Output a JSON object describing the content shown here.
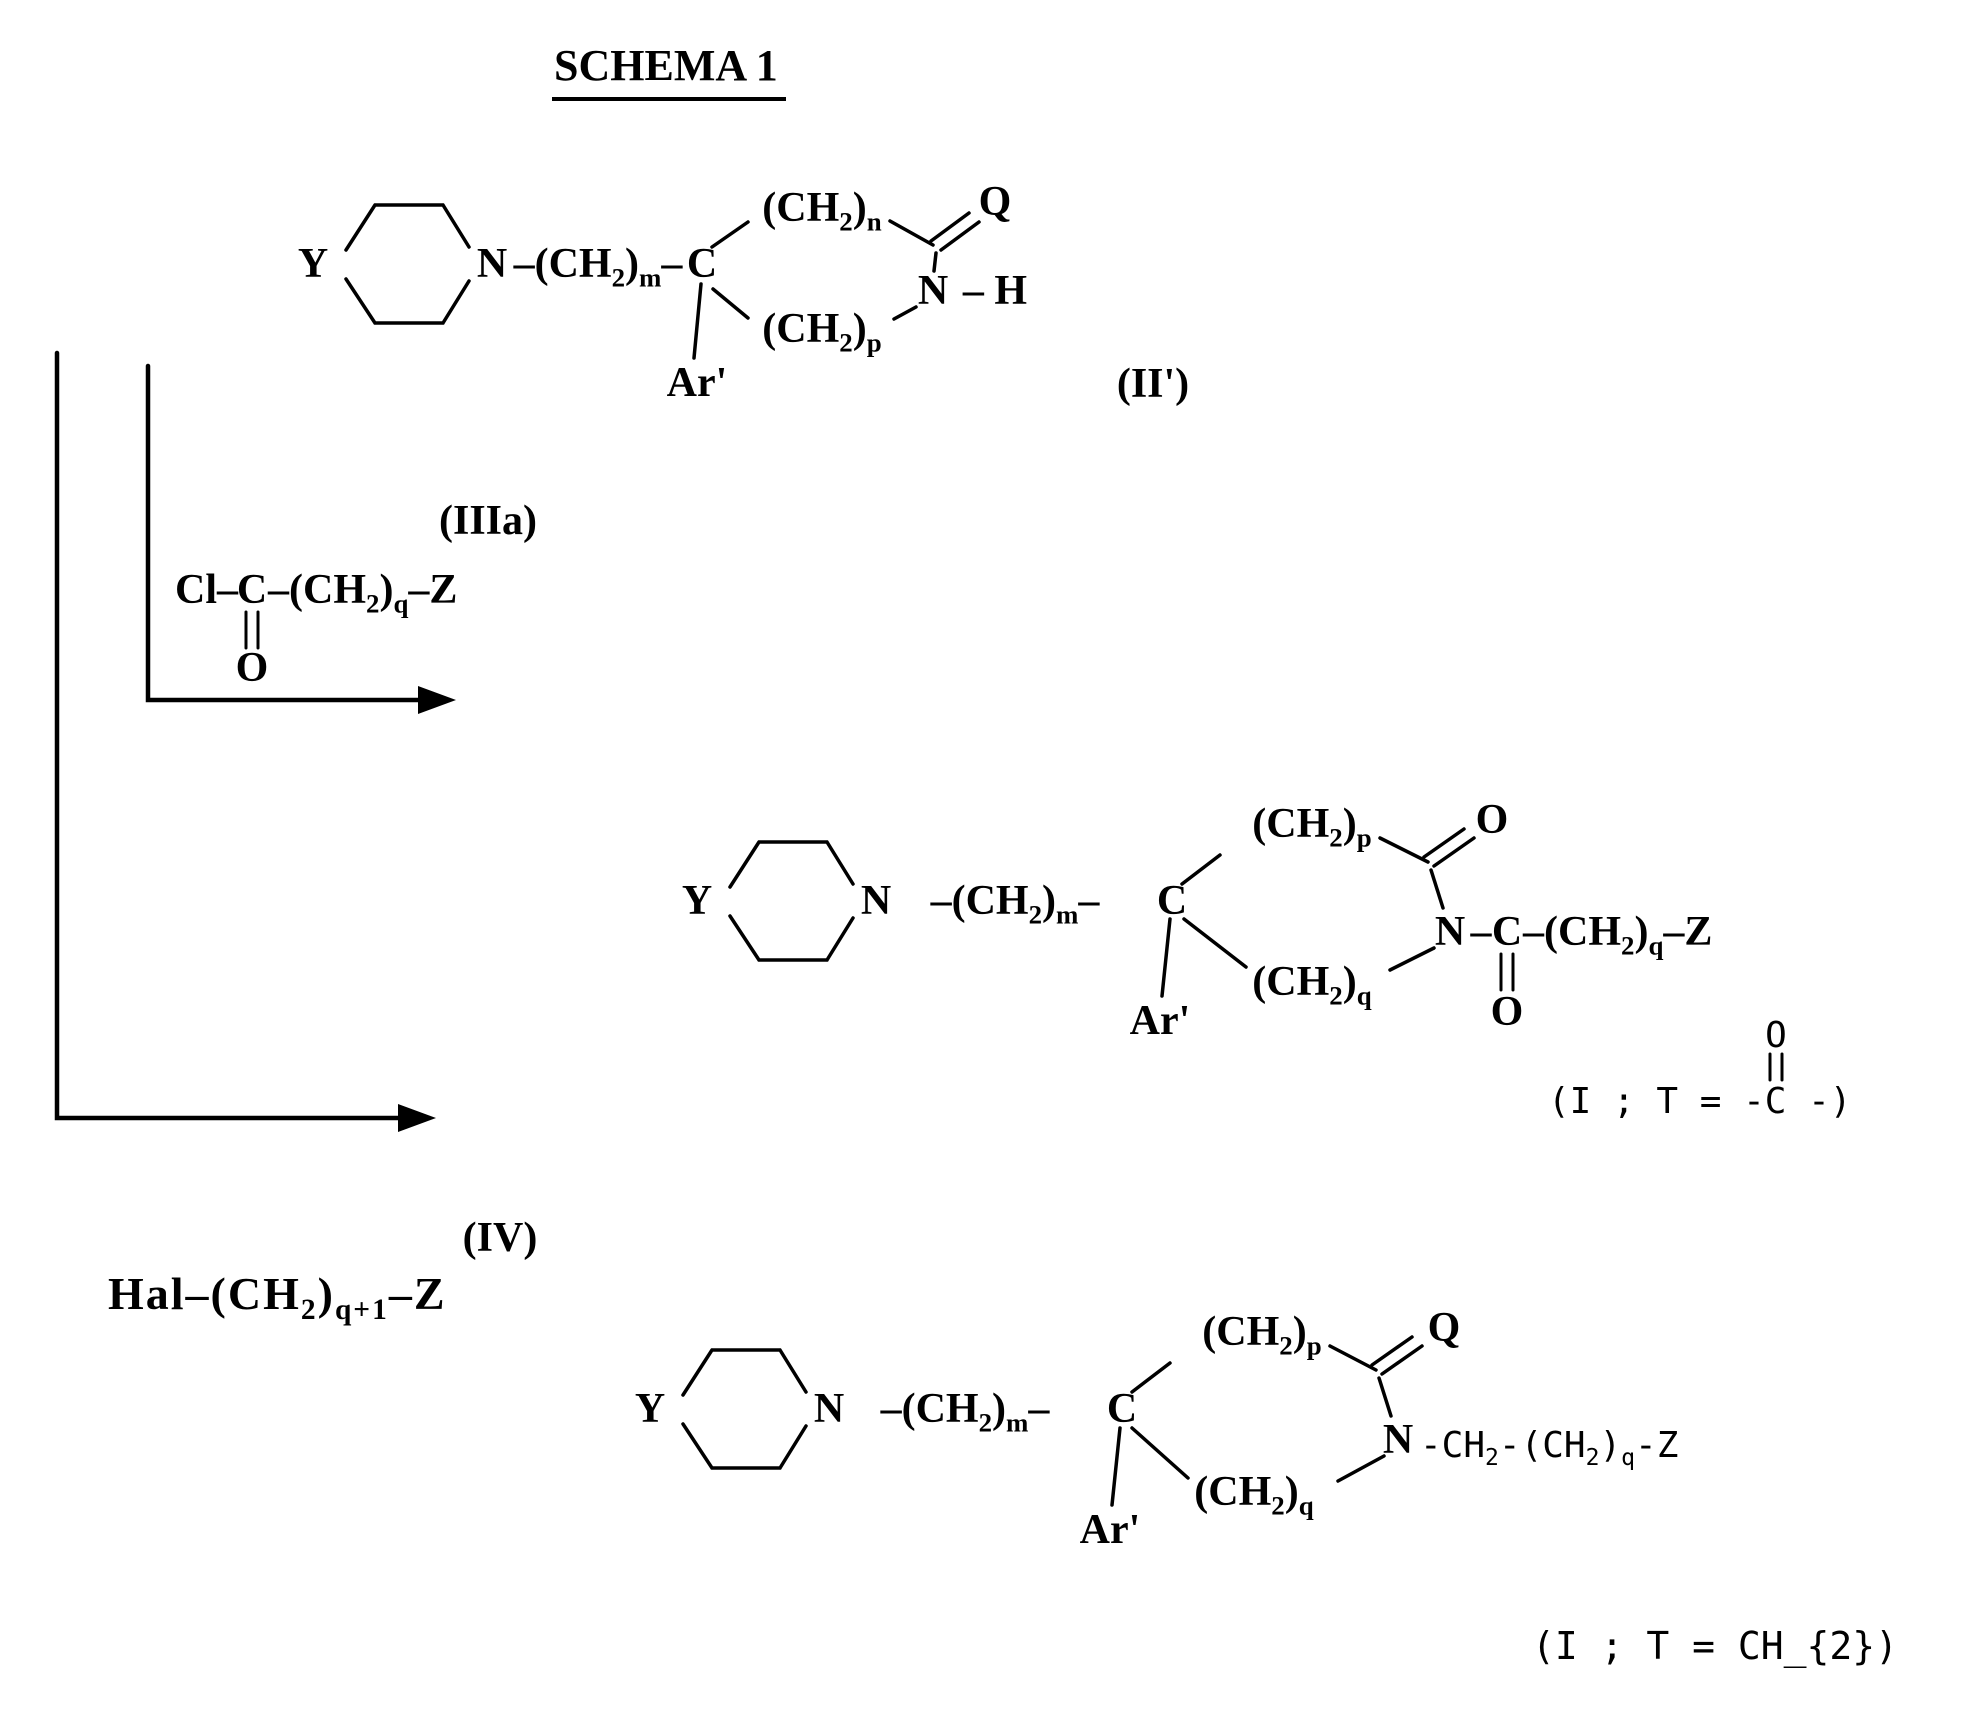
{
  "title": "SCHEMA 1",
  "structure_II": {
    "label": "(II')",
    "Y": "Y",
    "ring_N": "N",
    "chain_m": "–(CH_{2})_{m}–",
    "C": "C",
    "chain_n": "(CH_{2})_{n}",
    "carbonyl": "Q",
    "lactam_N": "N",
    "lactam_H": "– H",
    "chain_p": "(CH_{2})_{p}",
    "aryl": "Ar'"
  },
  "reagent_IIIa": {
    "label": "(IIIa)",
    "cl_part": "Cl–",
    "acyl_C": "C",
    "chain_part": "–(CH_{2})_{q}–Z",
    "acyl_O": "O"
  },
  "product_acyl": {
    "label": "(I ; T = -C -)",
    "label_O": "O",
    "Y": "Y",
    "ring_N": "N",
    "chain_m": "–(CH_{2})_{m}–",
    "C": "C",
    "chain_p": "(CH_{2})_{p}",
    "carbonyl": "O",
    "lactam_N": "N",
    "acyl_dash": "–",
    "acyl_C": "C",
    "acyl_chain": "–(CH_{2})_{q}–Z",
    "acyl_O": "O",
    "chain_q": "(CH_{2})_{q}",
    "aryl": "Ar'"
  },
  "reagent_IV": {
    "label": "(IV)",
    "formula": "Hal–(CH_{2})_{q+1}–Z"
  },
  "product_alkyl": {
    "label": "(I ; T = CH_{2})",
    "Y": "Y",
    "ring_N": "N",
    "chain_m": "–(CH_{2})_{m}–",
    "C": "C",
    "chain_p": "(CH_{2})_{p}",
    "carbonyl": "Q",
    "lactam_N": "N",
    "alkyl_chain": "-CH_{2}-(CH_{2})_{q}-Z",
    "chain_q": "(CH_{2})_{q}",
    "aryl": "Ar'"
  }
}
